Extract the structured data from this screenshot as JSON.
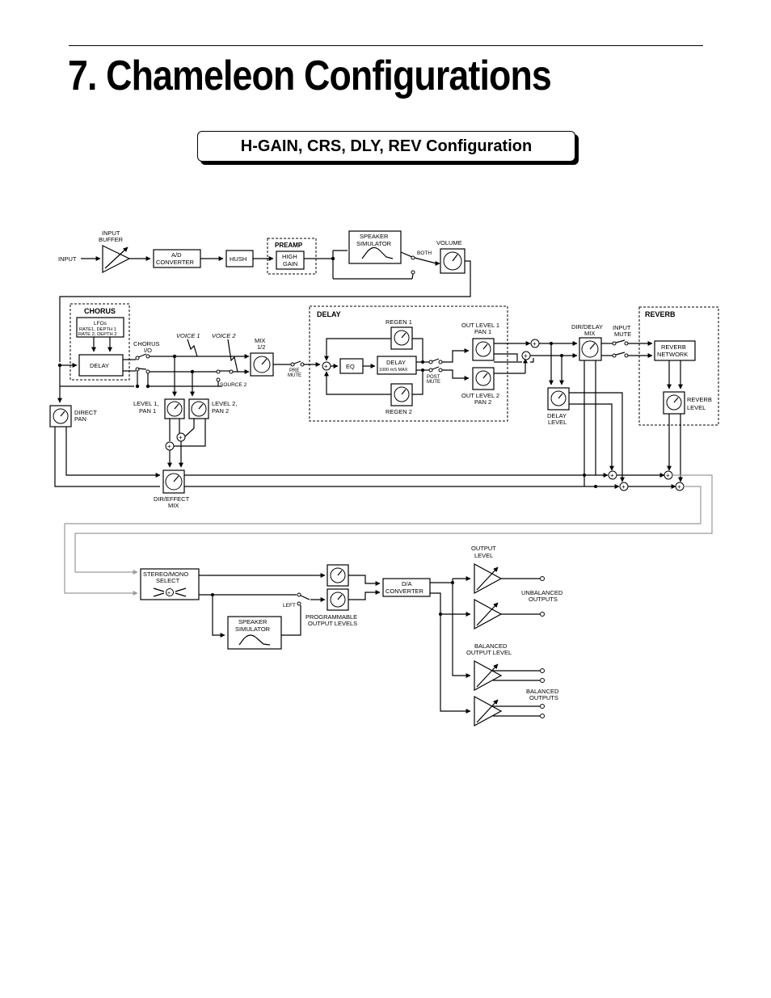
{
  "header": {
    "title": "7. Chameleon Configurations",
    "config_name": "H-GAIN, CRS, DLY, REV Configuration"
  },
  "labels": {
    "input": "INPUT",
    "input_buffer_1": "INPUT",
    "input_buffer_2": "BUFFER",
    "ad_1": "A/D",
    "ad_2": "CONVERTER",
    "hush": "HUSH",
    "preamp": "PREAMP",
    "high_gain_1": "HIGH",
    "high_gain_2": "GAIN",
    "spk_sim_1": "SPEAKER",
    "spk_sim_2": "SIMULATOR",
    "both": "BOTH",
    "volume": "VOLUME",
    "chorus": "CHORUS",
    "lfos": "LFOs",
    "lfo_rate1": "RATE1, DEPTH 1",
    "lfo_rate2": "RATE 2, DEPTH 2",
    "chorus_delay": "DELAY",
    "chorus_io_1": "CHORUS",
    "chorus_io_2": "I/O",
    "voice1": "VOICE 1",
    "voice2": "VOICE 2",
    "source2": "SOURCE 2",
    "mix12_1": "MIX",
    "mix12_2": "1/2",
    "pre_mute_1": "PRE",
    "pre_mute_2": "MUTE",
    "level1_1": "LEVEL 1,",
    "level1_2": "PAN 1",
    "level2_1": "LEVEL 2,",
    "level2_2": "PAN 2",
    "direct_pan_1": "DIRECT",
    "direct_pan_2": "PAN",
    "dir_effect_1": "DIR/EFFECT",
    "dir_effect_2": "MIX",
    "delay": "DELAY",
    "regen1": "REGEN 1",
    "regen2": "REGEN 2",
    "eq": "EQ",
    "delay_block_1": "DELAY",
    "delay_block_2": "1000 mS MAX",
    "post_mute_1": "POST",
    "post_mute_2": "MUTE",
    "out_level1_1": "OUT LEVEL 1",
    "out_level1_2": "PAN 1",
    "out_level2_1": "OUT LEVEL 2",
    "out_level2_2": "PAN 2",
    "dir_delay_1": "DIR/DELAY",
    "dir_delay_2": "MIX",
    "delay_level_1": "DELAY",
    "delay_level_2": "LEVEL",
    "input_mute_1": "INPUT",
    "input_mute_2": "MUTE",
    "reverb": "REVERB",
    "reverb_net_1": "REVERB",
    "reverb_net_2": "NETWORK",
    "reverb_level_1": "REVERB",
    "reverb_level_2": "LEVEL",
    "stereo_mono_1": "STEREO/MONO",
    "stereo_mono_2": "SELECT",
    "left": "LEFT",
    "spk_sim2_1": "SPEAKER",
    "spk_sim2_2": "SIMULATOR",
    "prog_out_1": "PROGRAMMABLE",
    "prog_out_2": "OUTPUT LEVELS",
    "da_1": "D/A",
    "da_2": "CONVERTER",
    "output_level_1": "OUTPUT",
    "output_level_2": "LEVEL",
    "unbal_1": "UNBALANCED",
    "unbal_2": "OUTPUTS",
    "bal_level_1": "BALANCED",
    "bal_level_2": "OUTPUT LEVEL",
    "bal_out_1": "BALANCED",
    "bal_out_2": "OUTPUTS"
  }
}
